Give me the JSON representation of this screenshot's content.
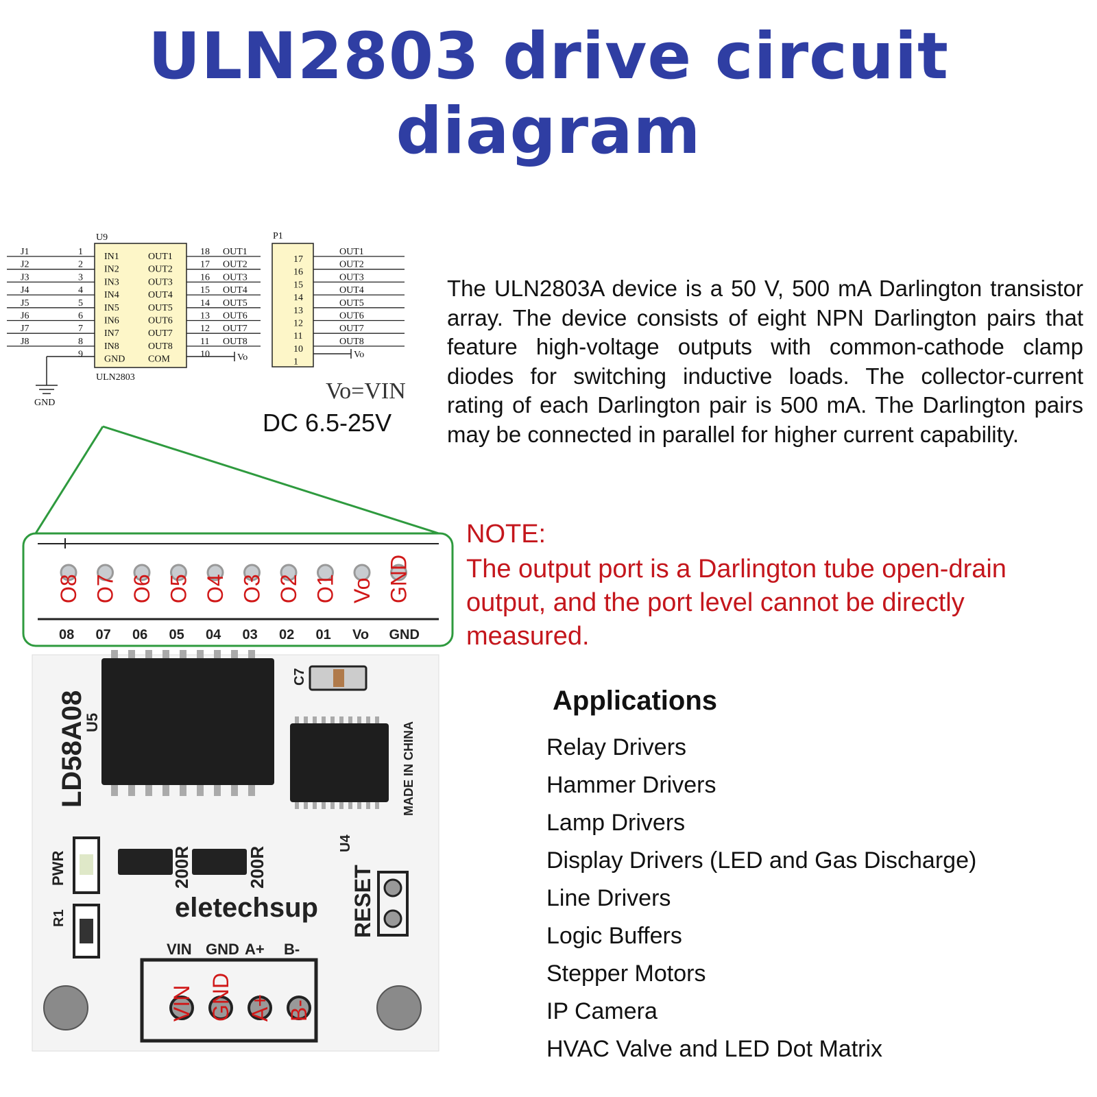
{
  "title": "ULN2803 drive circuit diagram",
  "schematic": {
    "u9_ref": "U9",
    "p1_ref": "P1",
    "chip_name": "ULN2803",
    "gnd_label": "GND",
    "left_connectors": [
      "J1",
      "J2",
      "J3",
      "J4",
      "J5",
      "J6",
      "J7",
      "J8"
    ],
    "left_pin_numbers": [
      "1",
      "2",
      "3",
      "4",
      "5",
      "6",
      "7",
      "8",
      "9"
    ],
    "input_labels": [
      "IN1",
      "IN2",
      "IN3",
      "IN4",
      "IN5",
      "IN6",
      "IN7",
      "IN8",
      "GND"
    ],
    "output_labels": [
      "OUT1",
      "OUT2",
      "OUT3",
      "OUT4",
      "OUT5",
      "OUT6",
      "OUT7",
      "OUT8",
      "COM"
    ],
    "right_pin_numbers": [
      "18",
      "17",
      "16",
      "15",
      "14",
      "13",
      "12",
      "11",
      "10"
    ],
    "net_labels": [
      "OUT1",
      "OUT2",
      "OUT3",
      "OUT4",
      "OUT5",
      "OUT6",
      "OUT7",
      "OUT8"
    ],
    "vo_net": "Vo",
    "p1_pin_numbers": [
      "17",
      "16",
      "15",
      "14",
      "13",
      "12",
      "11",
      "10",
      "1"
    ],
    "vo_vin": "Vo=VIN",
    "dc_range": "DC 6.5-25V"
  },
  "description": "The ULN2803A device is a 50 V, 500 mA Darlington transistor array. The device consists of eight NPN Darlington pairs that feature high-voltage outputs with common-cathode clamp diodes for switching inductive loads. The collector-current rating of each Darlington pair is 500 mA. The Darlington pairs may be connected in parallel for higher current capability.",
  "note": {
    "title": "NOTE:",
    "body": "The output port is a Darlington tube open-drain output, and the port level cannot be directly measured."
  },
  "board": {
    "pin_labels_red": [
      "O8",
      "O7",
      "O6",
      "O5",
      "O4",
      "O3",
      "O2",
      "O1",
      "Vo",
      "GND"
    ],
    "pin_labels_silk": [
      "08",
      "07",
      "06",
      "05",
      "04",
      "03",
      "02",
      "01",
      "Vo",
      "GND"
    ],
    "model": "LD58A08",
    "u5": "U5",
    "u4": "U4",
    "c7": "C7",
    "made_in": "MADE IN CHINA",
    "pwr": "PWR",
    "r1": "R1",
    "res1": "200R",
    "res2": "200R",
    "brand": "eletechsup",
    "reset": "RESET",
    "power_silk": [
      "VIN",
      "GND",
      "A+",
      "B-"
    ],
    "power_red": [
      "VIN",
      "GND",
      "A+",
      "B-"
    ]
  },
  "applications": {
    "heading": "Applications",
    "items": [
      "Relay Drivers",
      "Hammer Drivers",
      "Lamp Drivers",
      "Display Drivers (LED and Gas Discharge)",
      "Line Drivers",
      "Logic Buffers",
      "Stepper Motors",
      "IP Camera",
      "HVAC Valve and LED Dot Matrix"
    ]
  },
  "colors": {
    "title": "#2f3ea3",
    "note": "#c4161c",
    "chip_fill": "#fdf6c8",
    "callout": "#2e9a3e"
  }
}
